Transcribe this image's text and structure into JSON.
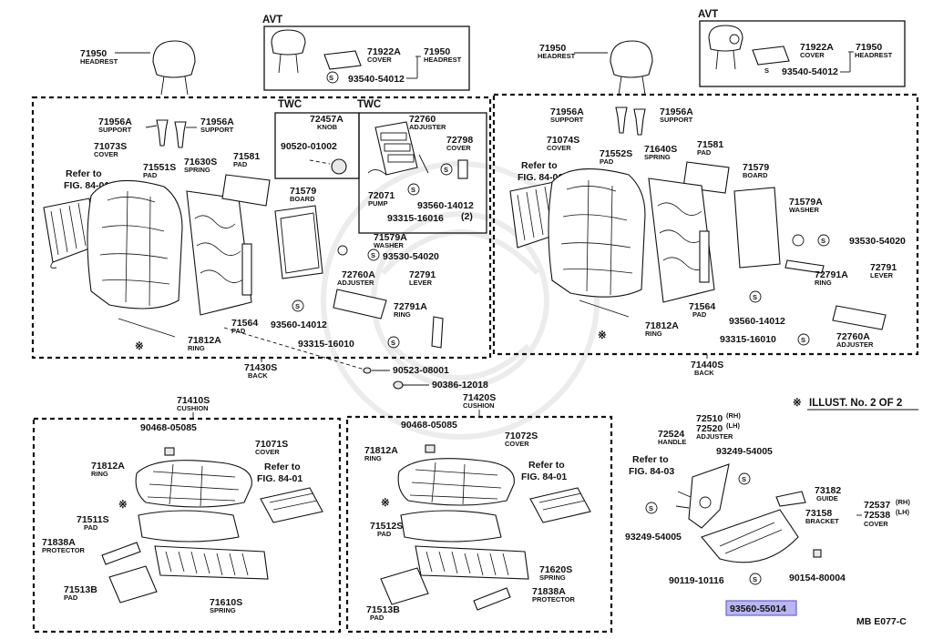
{
  "illustration_note": "ILLUST. No. 2 OF 2",
  "note_symbol": "※",
  "drawing_code": "MB  E077-C",
  "service_symbol": "S",
  "highlighted_part": "93560-55014",
  "groups": {
    "avt_left": "AVT",
    "avt_right": "AVT",
    "twc_left": "TWC",
    "twc_right": "TWC"
  },
  "assemblies": {
    "back_left": {
      "num": "71430S",
      "name": "BACK"
    },
    "back_right": {
      "num": "71440S",
      "name": "BACK"
    },
    "cushion_left": {
      "num": "71410S",
      "name": "CUSHION"
    },
    "cushion_right": {
      "num": "71420S",
      "name": "CUSHION"
    }
  },
  "labels": {
    "hr_l": {
      "num": "71950",
      "name": "HEADREST"
    },
    "avt_l_cover": {
      "num": "71922A",
      "name": "COVER"
    },
    "avt_l_head": {
      "num": "71950",
      "name": "HEADREST"
    },
    "avt_l_screw": {
      "num": "93540-54012",
      "name": ""
    },
    "hr_r": {
      "num": "71950",
      "name": "HEADREST"
    },
    "avt_r_cover": {
      "num": "71922A",
      "name": "COVER"
    },
    "avt_r_head": {
      "num": "71950",
      "name": "HEADREST"
    },
    "avt_r_screw": {
      "num": "93540-54012",
      "name": ""
    },
    "l_sup1": {
      "num": "71956A",
      "name": "SUPPORT"
    },
    "l_sup2": {
      "num": "71956A",
      "name": "SUPPORT"
    },
    "l_cover": {
      "num": "71073S",
      "name": "COVER"
    },
    "l_spring_pad": {
      "num": "71551S",
      "name": "PAD"
    },
    "l_spring": {
      "num": "71630S",
      "name": "SPRING"
    },
    "l_pad1": {
      "num": "71581",
      "name": "PAD"
    },
    "l_board": {
      "num": "71579",
      "name": "BOARD"
    },
    "l_washer": {
      "num": "71579A",
      "name": "WASHER"
    },
    "l_s1": {
      "num": "93530-54020",
      "name": ""
    },
    "l_adj": {
      "num": "72760A",
      "name": "ADJUSTER"
    },
    "l_lever": {
      "num": "72791",
      "name": "LEVER"
    },
    "l_ring2": {
      "num": "72791A",
      "name": "RING"
    },
    "l_s2": {
      "num": "93560-14012",
      "name": ""
    },
    "l_s3": {
      "num": "93315-16010",
      "name": ""
    },
    "l_pad2": {
      "num": "71564",
      "name": "PAD"
    },
    "l_ring": {
      "num": "71812A",
      "name": "RING"
    },
    "twc_knob": {
      "num": "72457A",
      "name": "KNOB"
    },
    "twc_p1": {
      "num": "90520-01002",
      "name": ""
    },
    "twc_adj": {
      "num": "72760",
      "name": "ADJUSTER"
    },
    "twc_cover": {
      "num": "72798",
      "name": "COVER"
    },
    "twc_pump": {
      "num": "72071",
      "name": "PUMP"
    },
    "twc_s1": {
      "num": "93560-14012",
      "name": "(2)"
    },
    "twc_s2": {
      "num": "93315-16016",
      "name": ""
    },
    "mid_p1": {
      "num": "90523-08001",
      "name": ""
    },
    "mid_p2": {
      "num": "90386-12018",
      "name": ""
    },
    "r_sup1": {
      "num": "71956A",
      "name": "SUPPORT"
    },
    "r_sup2": {
      "num": "71956A",
      "name": "SUPPORT"
    },
    "r_cover": {
      "num": "71074S",
      "name": "COVER"
    },
    "r_pad": {
      "num": "71552S",
      "name": "PAD"
    },
    "r_spring": {
      "num": "71640S",
      "name": "SPRING"
    },
    "r_pad1": {
      "num": "71581",
      "name": "PAD"
    },
    "r_board": {
      "num": "71579",
      "name": "BOARD"
    },
    "r_washer": {
      "num": "71579A",
      "name": "WASHER"
    },
    "r_s1": {
      "num": "93530-54020",
      "name": ""
    },
    "r_lever": {
      "num": "72791",
      "name": "LEVER"
    },
    "r_ring2": {
      "num": "72791A",
      "name": "RING"
    },
    "r_pad2": {
      "num": "71564",
      "name": "PAD"
    },
    "r_ring": {
      "num": "71812A",
      "name": "RING"
    },
    "r_s2": {
      "num": "93560-14012",
      "name": ""
    },
    "r_s3": {
      "num": "93315-16010",
      "name": ""
    },
    "r_adj": {
      "num": "72760A",
      "name": "ADJUSTER"
    },
    "cl_p1": {
      "num": "90468-05085",
      "name": ""
    },
    "cl_ring": {
      "num": "71812A",
      "name": "RING"
    },
    "cl_cover": {
      "num": "71071S",
      "name": "COVER"
    },
    "cl_pad": {
      "num": "71511S",
      "name": "PAD"
    },
    "cl_prot": {
      "num": "71838A",
      "name": "PROTECTOR"
    },
    "cl_pad2": {
      "num": "71513B",
      "name": "PAD"
    },
    "cl_spring": {
      "num": "71610S",
      "name": "SPRING"
    },
    "cr_p1": {
      "num": "90468-05085",
      "name": ""
    },
    "cr_ring": {
      "num": "71812A",
      "name": "RING"
    },
    "cr_cover": {
      "num": "71072S",
      "name": "COVER"
    },
    "cr_pad": {
      "num": "71512S",
      "name": "PAD"
    },
    "cr_spring": {
      "num": "71620S",
      "name": "SPRING"
    },
    "cr_pad2": {
      "num": "71513B",
      "name": "PAD"
    },
    "cr_prot": {
      "num": "71838A",
      "name": "PROTECTOR"
    },
    "ad_handle": {
      "num": "72524",
      "name": "HANDLE"
    },
    "ad_p1": {
      "num": "93249-54005",
      "name": ""
    },
    "ad_p2": {
      "num": "93249-54005",
      "name": ""
    },
    "ad_p3": {
      "num": "90119-10116",
      "name": ""
    },
    "ad_guide": {
      "num": "73182",
      "name": "GUIDE"
    },
    "ad_bracket": {
      "num": "73158",
      "name": "BRACKET"
    },
    "ad_p4": {
      "num": "90154-80004",
      "name": ""
    }
  },
  "adjuster_rh": "72510",
  "adjuster_rh_tag": "(RH)",
  "adjuster_lh": "72520",
  "adjuster_lh_tag": "(LH)",
  "adjuster_name": "ADJUSTER",
  "cover_rh": "72537",
  "cover_rh_tag": "(RH)",
  "cover_lh": "72538",
  "cover_lh_tag": "(LH)",
  "cover_name": "COVER",
  "refer": {
    "l_back": {
      "l1": "Refer to",
      "l2": "FIG. 84-01"
    },
    "r_back": {
      "l1": "Refer to",
      "l2": "FIG. 84-01"
    },
    "l_cush": {
      "l1": "Refer to",
      "l2": "FIG. 84-01"
    },
    "r_cush": {
      "l1": "Refer to",
      "l2": "FIG. 84-01"
    },
    "adj": {
      "l1": "Refer to",
      "l2": "FIG. 84-03"
    }
  }
}
